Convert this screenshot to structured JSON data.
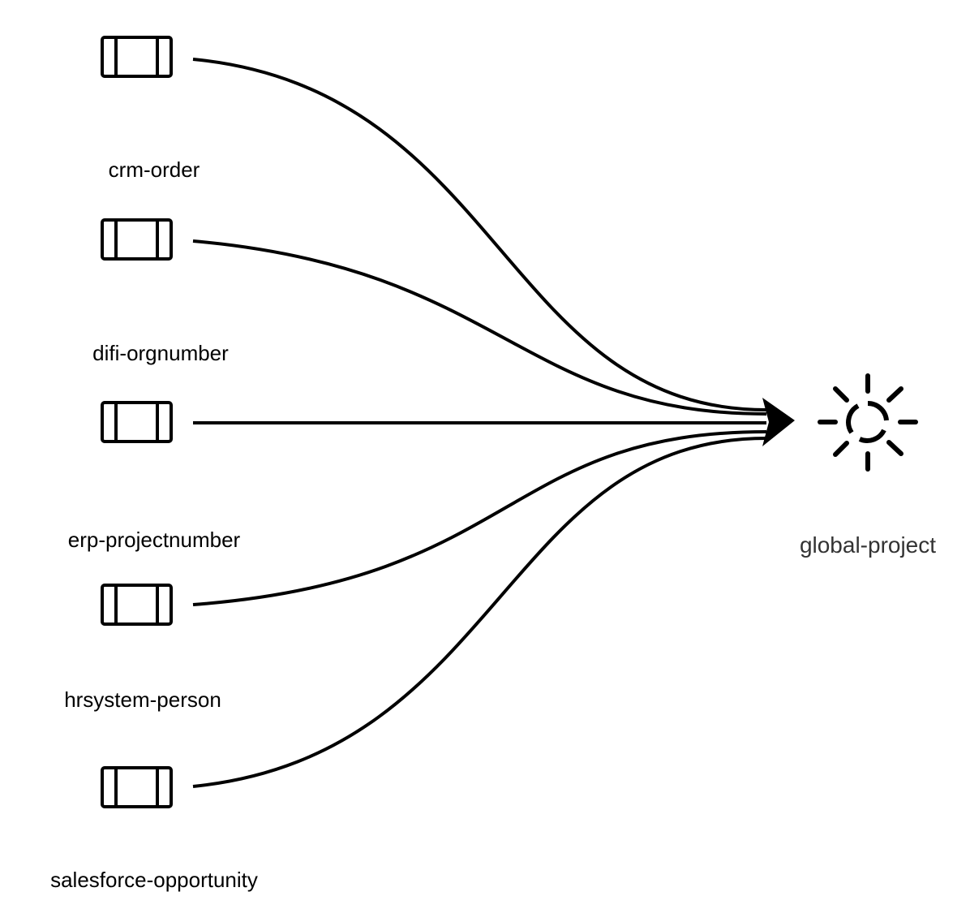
{
  "diagram": {
    "sources": [
      {
        "id": "crm-order",
        "label": "crm-order",
        "icon": "pipe-icon"
      },
      {
        "id": "difi-orgnumber",
        "label": "difi-orgnumber",
        "icon": "pipe-icon"
      },
      {
        "id": "erp-projectnumber",
        "label": "erp-projectnumber",
        "icon": "pipe-icon"
      },
      {
        "id": "hrsystem-person",
        "label": "hrsystem-person",
        "icon": "pipe-icon"
      },
      {
        "id": "salesforce-opportunity",
        "label": "salesforce-opportunity",
        "icon": "pipe-icon"
      }
    ],
    "target": {
      "id": "global-project",
      "label": "global-project",
      "icon": "sun-icon"
    },
    "edges": [
      {
        "from": "crm-order",
        "to": "global-project"
      },
      {
        "from": "difi-orgnumber",
        "to": "global-project"
      },
      {
        "from": "erp-projectnumber",
        "to": "global-project"
      },
      {
        "from": "hrsystem-person",
        "to": "global-project"
      },
      {
        "from": "salesforce-opportunity",
        "to": "global-project"
      }
    ]
  }
}
